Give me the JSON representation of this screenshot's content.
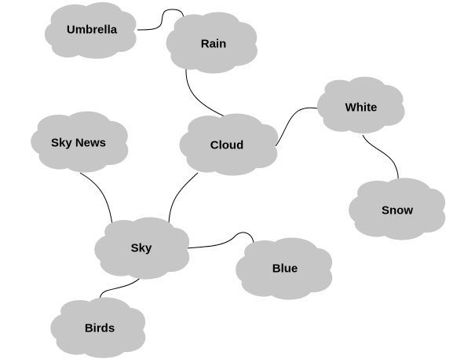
{
  "diagram": {
    "colors": {
      "cloud_fill": "#c6c6c6",
      "connector": "#000000",
      "label": "#000000"
    },
    "nodes": [
      {
        "id": "umbrella",
        "label": "Umbrella"
      },
      {
        "id": "rain",
        "label": "Rain"
      },
      {
        "id": "white",
        "label": "White"
      },
      {
        "id": "sky-news",
        "label": "Sky News"
      },
      {
        "id": "cloud",
        "label": "Cloud"
      },
      {
        "id": "snow",
        "label": "Snow"
      },
      {
        "id": "sky",
        "label": "Sky"
      },
      {
        "id": "blue",
        "label": "Blue"
      },
      {
        "id": "birds",
        "label": "Birds"
      }
    ],
    "edges": [
      {
        "from": "umbrella",
        "to": "rain"
      },
      {
        "from": "rain",
        "to": "cloud"
      },
      {
        "from": "cloud",
        "to": "white"
      },
      {
        "from": "white",
        "to": "snow"
      },
      {
        "from": "cloud",
        "to": "sky"
      },
      {
        "from": "sky-news",
        "to": "sky"
      },
      {
        "from": "sky",
        "to": "blue"
      },
      {
        "from": "sky",
        "to": "birds"
      }
    ]
  }
}
